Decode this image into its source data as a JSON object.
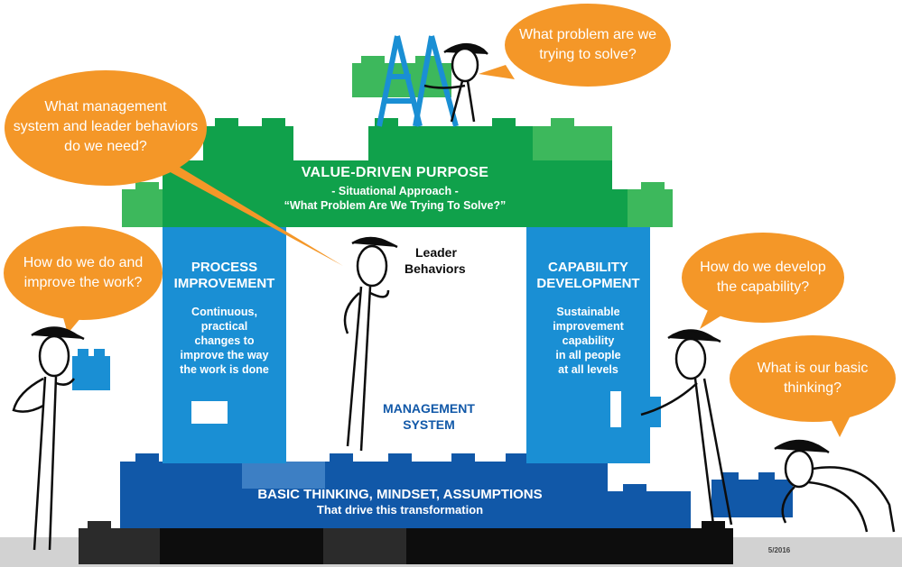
{
  "colors": {
    "green": "#10a14b",
    "green_light": "#3db85c",
    "blue_pillar": "#1a8fd4",
    "blue_base": "#1158a8",
    "orange": "#f49728",
    "black": "#0d0d0d",
    "gray_floor": "#d2d2d2"
  },
  "roof": {
    "title": "VALUE-DRIVEN PURPOSE",
    "line1": "- Situational Approach -",
    "line2": "“What Problem Are We Trying To Solve?”"
  },
  "left_pillar": {
    "title_line1": "PROCESS",
    "title_line2": "IMPROVEMENT",
    "body": [
      "Continuous,",
      "practical",
      "changes to",
      "improve the way",
      "the work is done"
    ]
  },
  "right_pillar": {
    "title_line1": "CAPABILITY",
    "title_line2": "DEVELOPMENT",
    "body": [
      "Sustainable",
      "improvement",
      "capability",
      "in all people",
      "at all levels"
    ]
  },
  "center": {
    "leader_line1": "Leader",
    "leader_line2": "Behaviors",
    "mgmt_line1": "MANAGEMENT",
    "mgmt_line2": "SYSTEM"
  },
  "base": {
    "title": "BASIC THINKING, MINDSET, ASSUMPTIONS",
    "subtitle": "That drive this transformation"
  },
  "bubbles": {
    "problem": [
      "What problem are we",
      "trying to solve?"
    ],
    "management": [
      "What management",
      "system and leader behaviors",
      "do we need?"
    ],
    "work": [
      "How do we do and",
      "improve the work?"
    ],
    "capability": [
      "How do we develop",
      "the capability?"
    ],
    "thinking": [
      "What is our basic",
      "thinking?"
    ]
  },
  "date_stamp": "5/2016"
}
